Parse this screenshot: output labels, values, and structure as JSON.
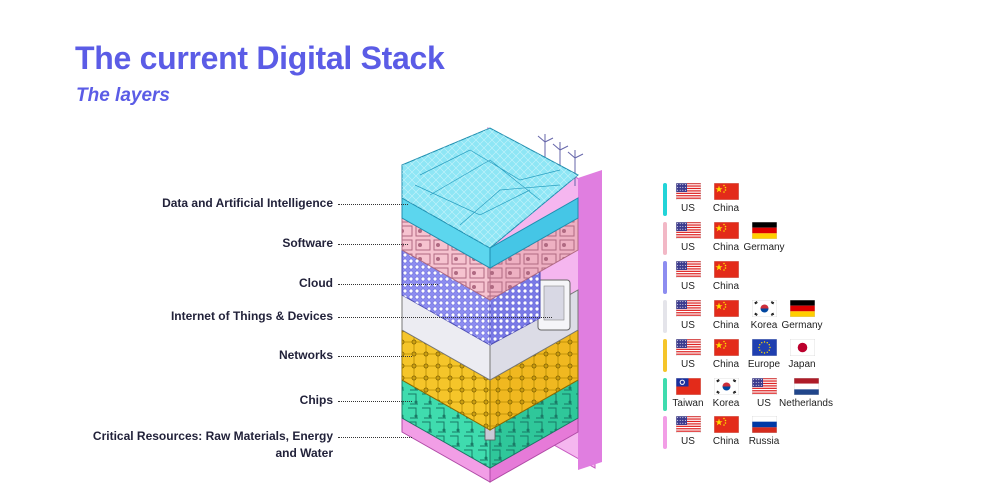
{
  "title": "The current Digital Stack",
  "subtitle": "The layers",
  "colors": {
    "accent": "#5b5ce6",
    "data_layer": "#7fe0f0",
    "software_layer": "#f2b8c6",
    "cloud_layer": "#8d8df0",
    "iot_layer": "#e8e8ee",
    "networks_layer": "#f5c52a",
    "chips_layer": "#3fdcae",
    "resources_layer": "#f29ee6"
  },
  "layers": [
    {
      "label": "Data and Artificial Intelligence",
      "bar_color": "#22d4d8",
      "countries": [
        {
          "name": "US",
          "flag": "us"
        },
        {
          "name": "China",
          "flag": "china"
        }
      ]
    },
    {
      "label": "Software",
      "bar_color": "#f2b8c6",
      "countries": [
        {
          "name": "US",
          "flag": "us"
        },
        {
          "name": "China",
          "flag": "china"
        },
        {
          "name": "Germany",
          "flag": "germany"
        }
      ]
    },
    {
      "label": "Cloud",
      "bar_color": "#8d8df0",
      "countries": [
        {
          "name": "US",
          "flag": "us"
        },
        {
          "name": "China",
          "flag": "china"
        }
      ]
    },
    {
      "label": "Internet of Things & Devices",
      "bar_color": "#e4e4ea",
      "countries": [
        {
          "name": "US",
          "flag": "us"
        },
        {
          "name": "China",
          "flag": "china"
        },
        {
          "name": "Korea",
          "flag": "korea"
        },
        {
          "name": "Germany",
          "flag": "germany"
        }
      ]
    },
    {
      "label": "Networks",
      "bar_color": "#f5c52a",
      "countries": [
        {
          "name": "US",
          "flag": "us"
        },
        {
          "name": "China",
          "flag": "china"
        },
        {
          "name": "Europe",
          "flag": "europe"
        },
        {
          "name": "Japan",
          "flag": "japan"
        }
      ]
    },
    {
      "label": "Chips",
      "bar_color": "#3fdcae",
      "countries": [
        {
          "name": "Taiwan",
          "flag": "taiwan"
        },
        {
          "name": "Korea",
          "flag": "korea"
        },
        {
          "name": "US",
          "flag": "us"
        },
        {
          "name": "Netherlands",
          "flag": "netherlands"
        }
      ]
    },
    {
      "label": "Critical Resources: Raw Materials, Energy and Water",
      "bar_color": "#f29ee6",
      "countries": [
        {
          "name": "US",
          "flag": "us"
        },
        {
          "name": "China",
          "flag": "china"
        },
        {
          "name": "Russia",
          "flag": "russia"
        }
      ]
    }
  ]
}
